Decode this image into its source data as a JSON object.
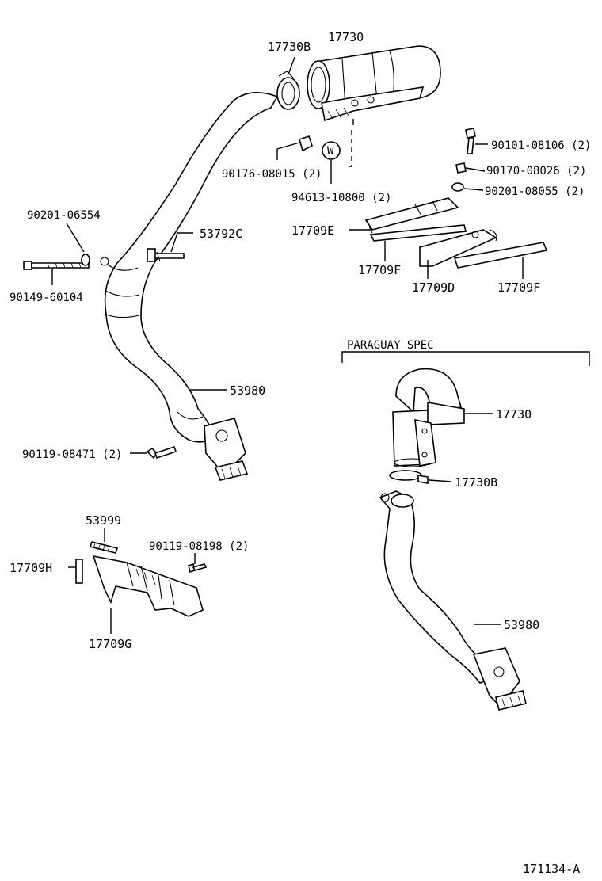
{
  "labels": {
    "p17730B_top": "17730B",
    "p17730_top": "17730",
    "p90101": "90101-08106 (2)",
    "p90176": "90176-08015 (2)",
    "p90170": "90170-08026 (2)",
    "p90201_08055": "90201-08055 (2)",
    "p94613": "94613-10800 (2)",
    "w_mark": "W",
    "p90201_06554": "90201-06554",
    "p53792C": "53792C",
    "p17709E": "17709E",
    "p90149": "90149-60104",
    "p17709F_a": "17709F",
    "p17709D": "17709D",
    "p17709F_b": "17709F",
    "p53980_main": "53980",
    "p90119_08471": "90119-08471 (2)",
    "p53999": "53999",
    "p90119_08198": "90119-08198 (2)",
    "p17709H": "17709H",
    "p17709G": "17709G",
    "p17730_para": "17730",
    "p17730B_para": "17730B",
    "p53980_para": "53980",
    "figure_id": "171134-A"
  },
  "sections": {
    "paraguay_spec": "PARAGUAY SPEC"
  }
}
